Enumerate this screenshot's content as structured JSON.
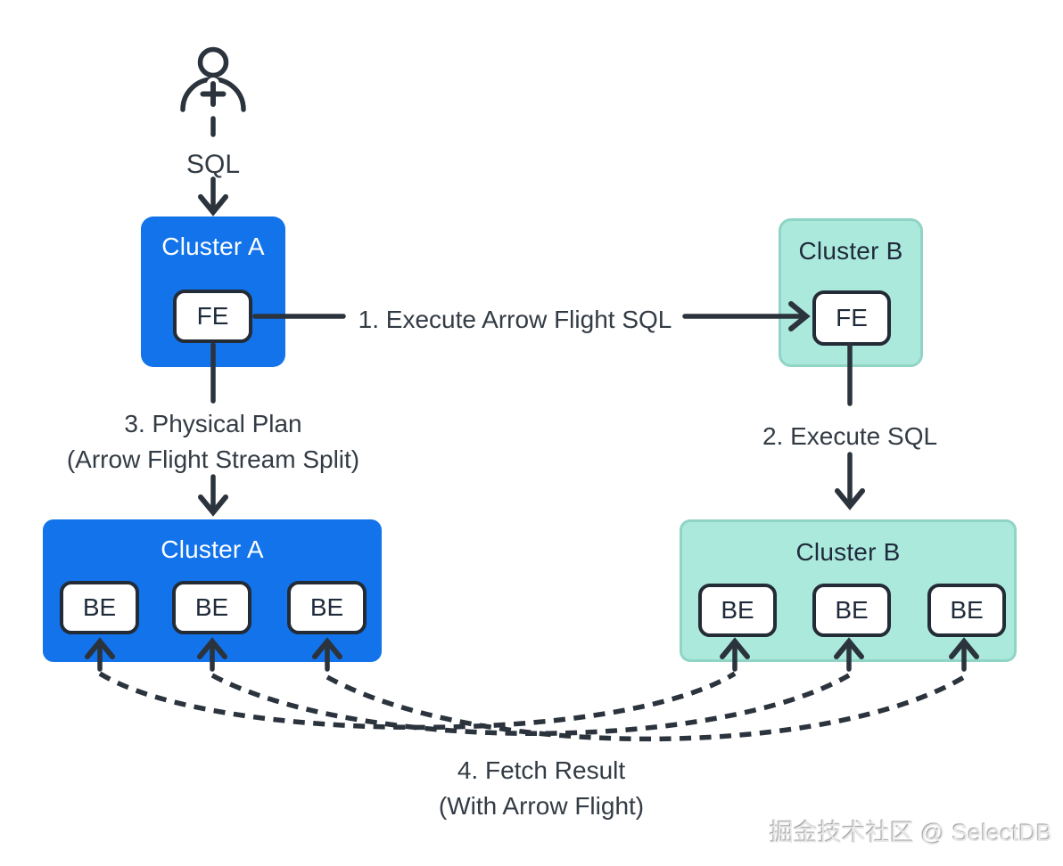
{
  "colors": {
    "cluster_a_fill": "#1273EB",
    "cluster_b_fill": "#ACE9DD",
    "cluster_b_border": "#90D4C5",
    "node_fill": "#FFFFFF",
    "node_border": "#222B36",
    "arrow_color": "#2B333D",
    "label_color": "#333B44",
    "cluster_a_title_color": "#FFFFFF",
    "cluster_b_title_color": "#1F2B3A",
    "watermark_color": "#E8E8E8"
  },
  "user_flow": {
    "icon": "user-plus-icon",
    "query_label": "SQL"
  },
  "clusters": {
    "a_top": {
      "title": "Cluster A",
      "node_label": "FE"
    },
    "b_top": {
      "title": "Cluster B",
      "node_label": "FE"
    },
    "a_bottom": {
      "title": "Cluster A",
      "node_labels": [
        "BE",
        "BE",
        "BE"
      ]
    },
    "b_bottom": {
      "title": "Cluster B",
      "node_labels": [
        "BE",
        "BE",
        "BE"
      ]
    }
  },
  "labels": {
    "step1": "1. Execute Arrow Flight SQL",
    "step2": "2. Execute SQL",
    "step3_line1": "3. Physical Plan",
    "step3_line2": "(Arrow Flight Stream Split)",
    "step4_line1": "4. Fetch Result",
    "step4_line2": "(With Arrow Flight)"
  },
  "watermark": "掘金技术社区 @ SelectDB"
}
